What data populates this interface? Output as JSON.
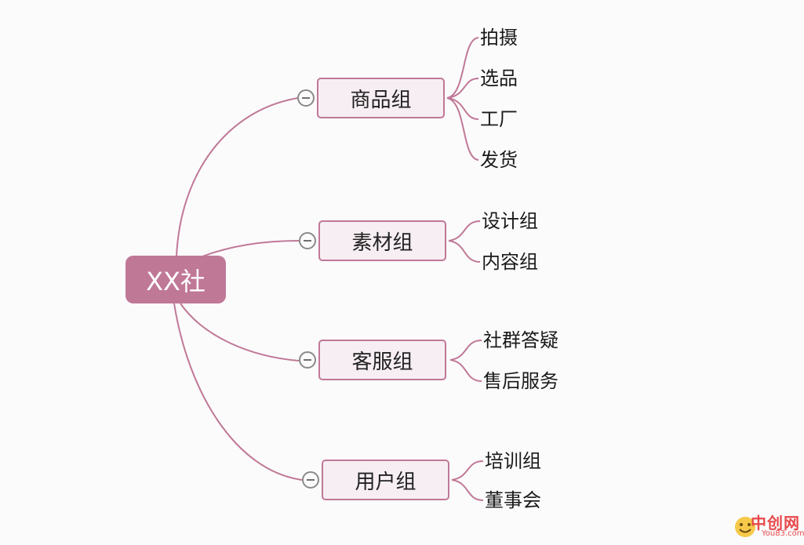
{
  "mindmap": {
    "root": {
      "label": "XX社"
    },
    "branches": [
      {
        "label": "商品组",
        "leaves": [
          "拍摄",
          "选品",
          "工厂",
          "发货"
        ]
      },
      {
        "label": "素材组",
        "leaves": [
          "设计组",
          "内容组"
        ]
      },
      {
        "label": "客服组",
        "leaves": [
          "社群答疑",
          "售后服务"
        ]
      },
      {
        "label": "用户组",
        "leaves": [
          "培训组",
          "董事会"
        ]
      }
    ]
  },
  "watermark": {
    "text": "中创网",
    "sub": "You83.com"
  },
  "colors": {
    "accent": "#c07897",
    "branch_fill": "#f7eef3",
    "line": "#c07897",
    "background": "#fbfbfb",
    "collapse_border": "#8a8a8a",
    "watermark": "#e8484a"
  }
}
